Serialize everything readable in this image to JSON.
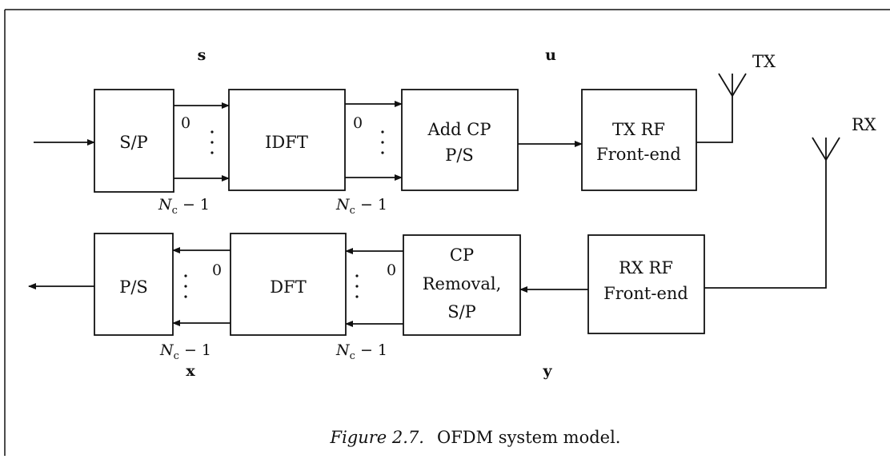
{
  "colors": {
    "ink": "#111111",
    "background": "#ffffff"
  },
  "transmitter": {
    "sp_block": "S/P",
    "idft_block": "IDFT",
    "add_cp_line1": "Add CP",
    "add_cp_line2": "P/S",
    "tx_rf_line1": "TX RF",
    "tx_rf_line2": "Front-end",
    "vector_s": "s",
    "vector_u": "u",
    "antenna_label": "TX",
    "port_first": "0",
    "port_last_symbol": "N",
    "port_last_subscript": "c",
    "port_last_suffix": " − 1"
  },
  "receiver": {
    "ps_block": "P/S",
    "dft_block": "DFT",
    "cp_removal_line1": "CP",
    "cp_removal_line2": "Removal,",
    "cp_removal_line3": "S/P",
    "rx_rf_line1": "RX RF",
    "rx_rf_line2": "Front-end",
    "vector_x": "x",
    "vector_y": "y",
    "antenna_label": "RX",
    "port_first": "0",
    "port_last_symbol": "N",
    "port_last_subscript": "c",
    "port_last_suffix": " − 1"
  },
  "caption": {
    "label": "Figure 2.7.",
    "text": "OFDM system model."
  }
}
